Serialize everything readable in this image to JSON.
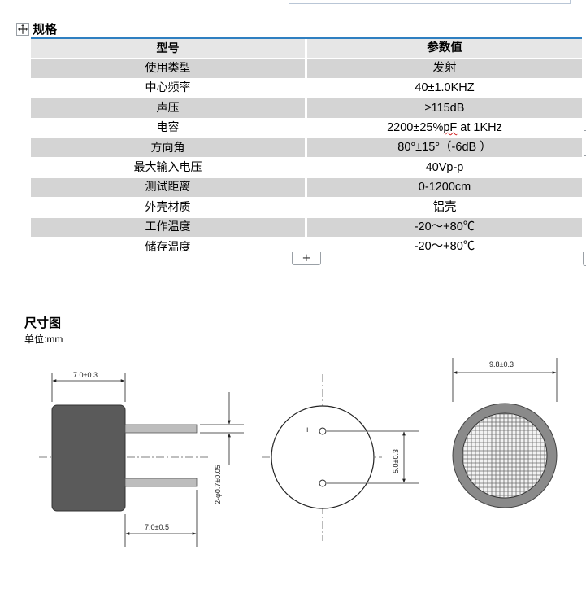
{
  "spec_section": {
    "title": "规格",
    "columns": [
      "型号",
      "参数值"
    ],
    "rows": [
      {
        "k": "使用类型",
        "v": "发射"
      },
      {
        "k": "中心频率",
        "v": "40±1.0KHZ"
      },
      {
        "k": "声压",
        "v": "≥115dB"
      },
      {
        "k": "电容",
        "v_pre": "2200±25%",
        "v_squig": "pF",
        "v_post": " at 1KHz"
      },
      {
        "k": "方向角",
        "v": "80°±15°（-6dB ）"
      },
      {
        "k": "最大输入电压",
        "v": "40Vp-p"
      },
      {
        "k": "测试距离",
        "v": "0-1200cm"
      },
      {
        "k": "外壳材质",
        "v": "铝壳"
      },
      {
        "k": "工作温度",
        "v": "-20～+80℃"
      },
      {
        "k": "储存温度",
        "v": "-20～+80℃"
      }
    ],
    "add_row_label": "+"
  },
  "dimension_section": {
    "title": "尺寸图",
    "unit": "单位:mm",
    "labels": {
      "body_length": "7.0±0.3",
      "pin_length": "7.0±0.5",
      "pin_diameter": "2-φ0.7±0.05",
      "pin_spacing": "5.0±0.3",
      "diameter": "9.8±0.3",
      "polarity": "+"
    }
  },
  "colors": {
    "table_gray": "#d4d4d4",
    "table_head": "#e6e6e6",
    "header_rule": "#2f7fc1",
    "body_dark": "#5a5a5a",
    "pin_gray": "#bdbdbd",
    "rim_gray": "#8a8a8a"
  },
  "icons": {
    "move_handle": "move-cross-icon"
  }
}
